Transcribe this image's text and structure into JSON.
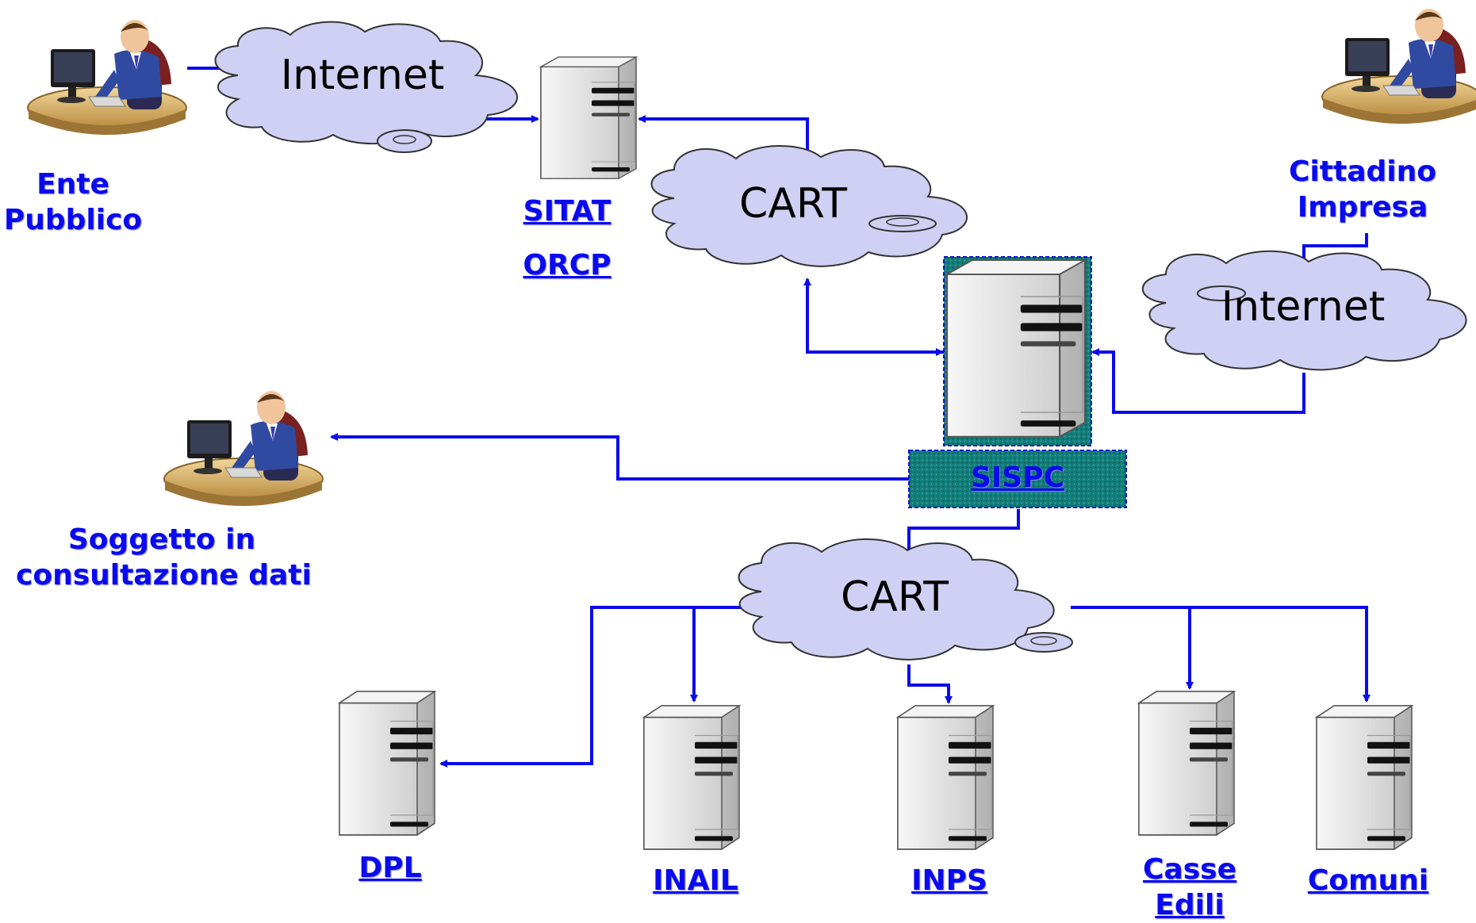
{
  "clouds": {
    "internet_left": "Internet",
    "cart_top": "CART",
    "internet_right": "Internet",
    "cart_bottom": "CART"
  },
  "nodes": {
    "sitat": "SITAT",
    "orcp": "ORCP",
    "sispc": "SISPC",
    "dpl": "DPL",
    "inail": "INAIL",
    "inps": "INPS",
    "casse_edili_1": "Casse",
    "casse_edili_2": "Edili",
    "comuni": "Comuni"
  },
  "actors": {
    "ente_1": "Ente",
    "ente_2": "Pubblico",
    "cittadino_1": "Cittadino",
    "cittadino_2": "Impresa",
    "soggetto_1": "Soggetto in",
    "soggetto_2": "consultazione dati"
  },
  "colors": {
    "arrow": "#0a0aee",
    "cloud_fill": "#d0d0f4",
    "highlight_fill": "#0f7f7a",
    "label": "#0a0aee"
  }
}
